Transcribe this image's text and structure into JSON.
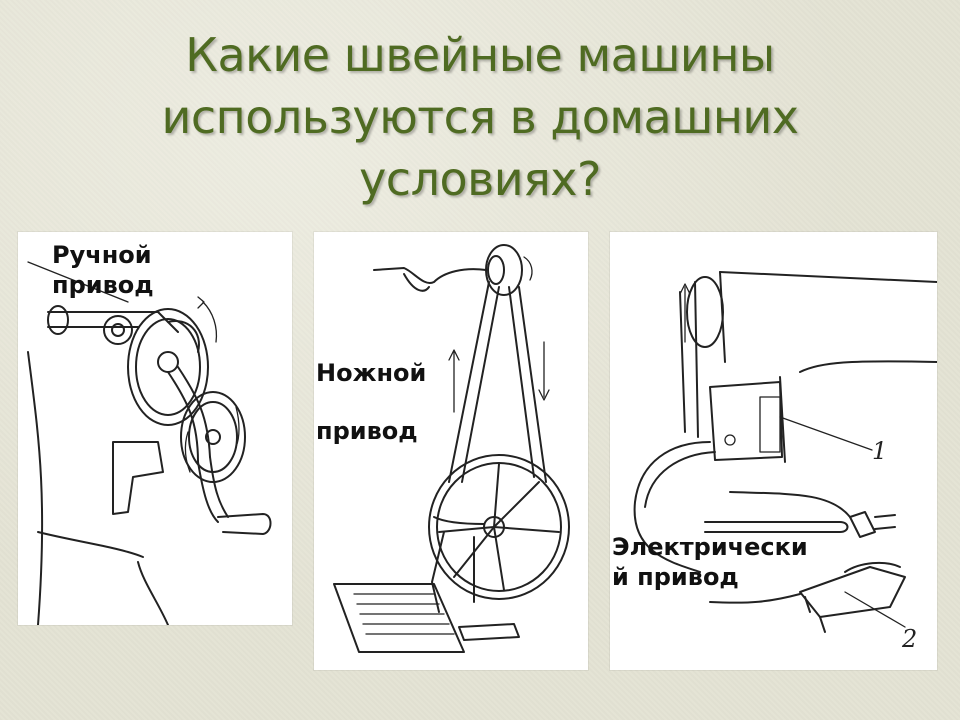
{
  "title": {
    "line1": "Какие швейные машины",
    "line2": "используются в домашних",
    "line3": "условиях?"
  },
  "panels": {
    "manual": {
      "label": "Ручной\nпривод"
    },
    "foot": {
      "label_line1": "Ножной",
      "label_line2": "привод"
    },
    "electric": {
      "label": "Электрически\nй привод",
      "callout1": "1",
      "callout2": "2"
    }
  },
  "colors": {
    "title": "#4f6b22",
    "background": "#e4e3d4"
  }
}
